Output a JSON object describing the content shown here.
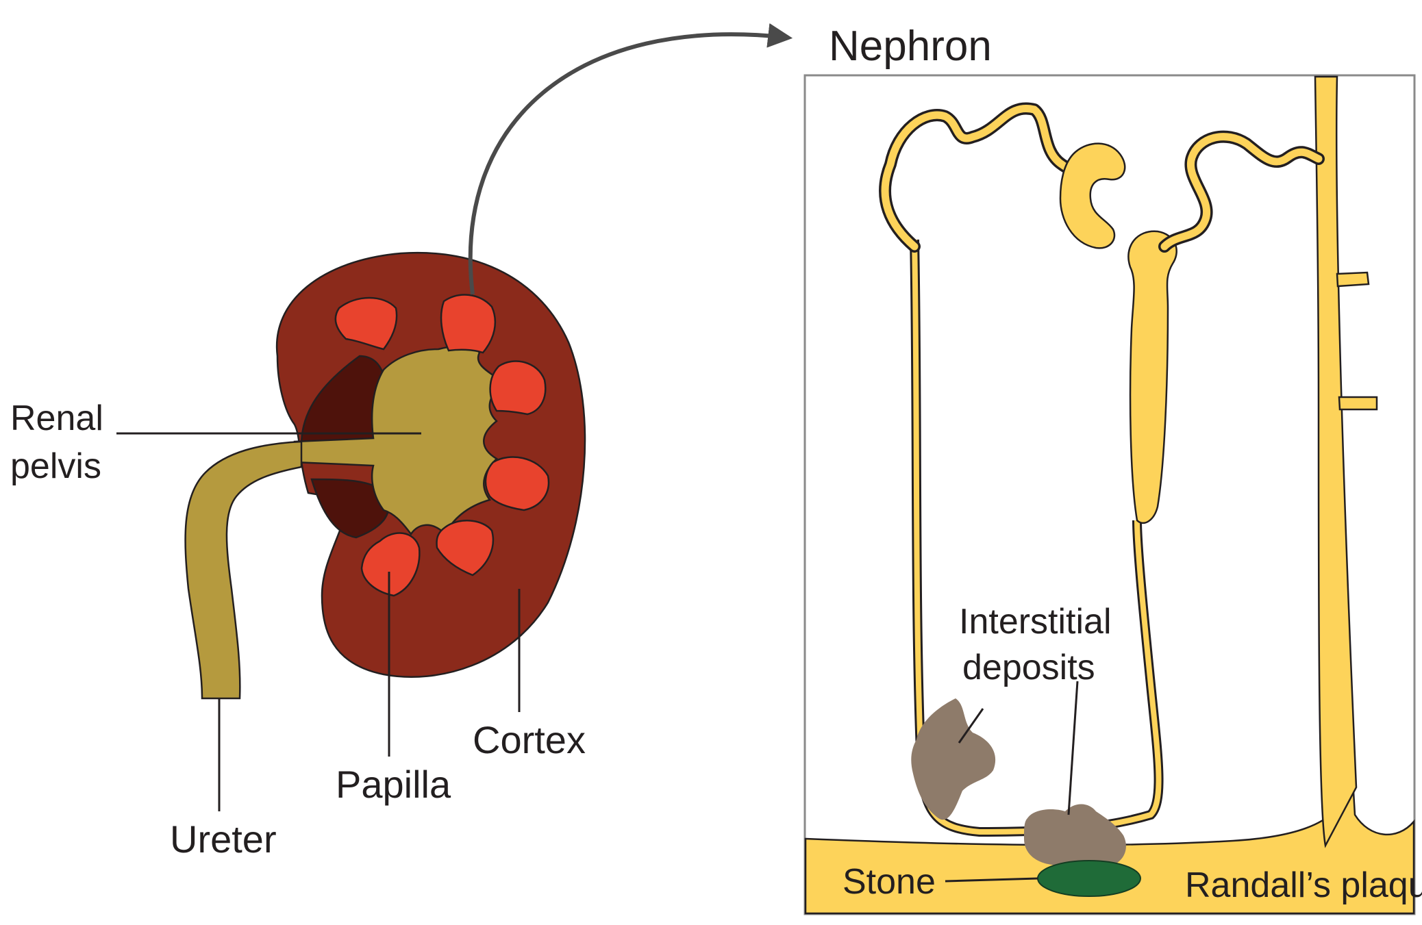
{
  "diagram": {
    "nephron_title": "Nephron",
    "labels": {
      "renal_pelvis_line1": "Renal",
      "renal_pelvis_line2": "pelvis",
      "ureter": "Ureter",
      "papilla": "Papilla",
      "cortex": "Cortex",
      "interstitial_line1": "Interstitial",
      "interstitial_line2": "deposits",
      "stone": "Stone",
      "randalls_plaque": "Randall’s plaque"
    },
    "colors": {
      "cortex": "#8b2a1b",
      "papilla": "#e8432d",
      "pelvis": "#b59a3e",
      "medulla_dark": "#4e120b",
      "tubule": "#fdd35a",
      "deposit": "#8e7b6a",
      "stone": "#1f6b38",
      "arrow": "#4a4a4a"
    }
  }
}
